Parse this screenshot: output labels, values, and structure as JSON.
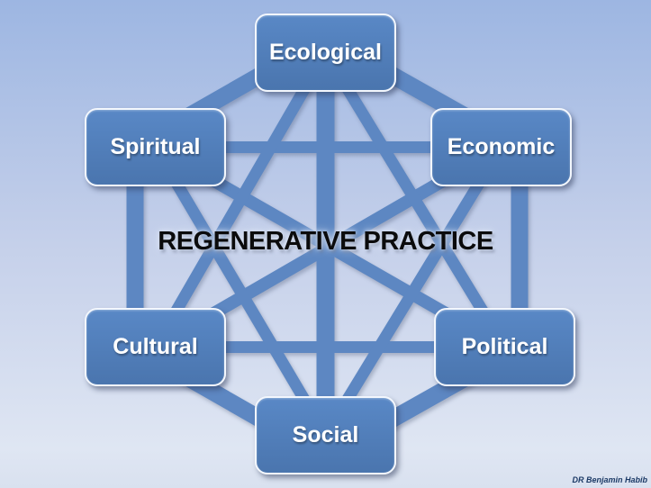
{
  "diagram": {
    "title": "REGENERATIVE PRACTICE",
    "type": "complete-graph-hexagon",
    "nodes": [
      {
        "id": "ecological",
        "label": "Ecological",
        "position": "top"
      },
      {
        "id": "spiritual",
        "label": "Spiritual",
        "position": "upper-left"
      },
      {
        "id": "economic",
        "label": "Economic",
        "position": "upper-right"
      },
      {
        "id": "cultural",
        "label": "Cultural",
        "position": "lower-left"
      },
      {
        "id": "political",
        "label": "Political",
        "position": "lower-right"
      },
      {
        "id": "social",
        "label": "Social",
        "position": "bottom"
      }
    ],
    "perimeter_cycle": [
      "ecological",
      "economic",
      "political",
      "social",
      "cultural",
      "spiritual"
    ],
    "edges": [
      {
        "from": "spiritual",
        "to": "economic",
        "kind": "horizontal"
      },
      {
        "from": "cultural",
        "to": "political",
        "kind": "horizontal"
      },
      {
        "from": "ecological",
        "to": "social",
        "kind": "vertical"
      },
      {
        "from": "economic",
        "to": "cultural",
        "kind": "long"
      },
      {
        "from": "political",
        "to": "spiritual",
        "kind": "long"
      },
      {
        "from": "ecological",
        "to": "cultural",
        "kind": "skip"
      },
      {
        "from": "ecological",
        "to": "political",
        "kind": "skip"
      },
      {
        "from": "spiritual",
        "to": "social",
        "kind": "skip"
      },
      {
        "from": "economic",
        "to": "social",
        "kind": "skip"
      }
    ]
  },
  "attribution": "DR Benjamin Habib",
  "colors": {
    "line": "#5d87c2",
    "box-top": "#5988c6",
    "box-bottom": "#4a75ae",
    "box-border": "#f3f7fd",
    "bg-top": "#9db6e2",
    "bg-mid": "#c5d0ea",
    "bg-bottom": "#dfe6f3",
    "title-color": "#0b0b0c",
    "credit-color": "#1c3a66"
  }
}
